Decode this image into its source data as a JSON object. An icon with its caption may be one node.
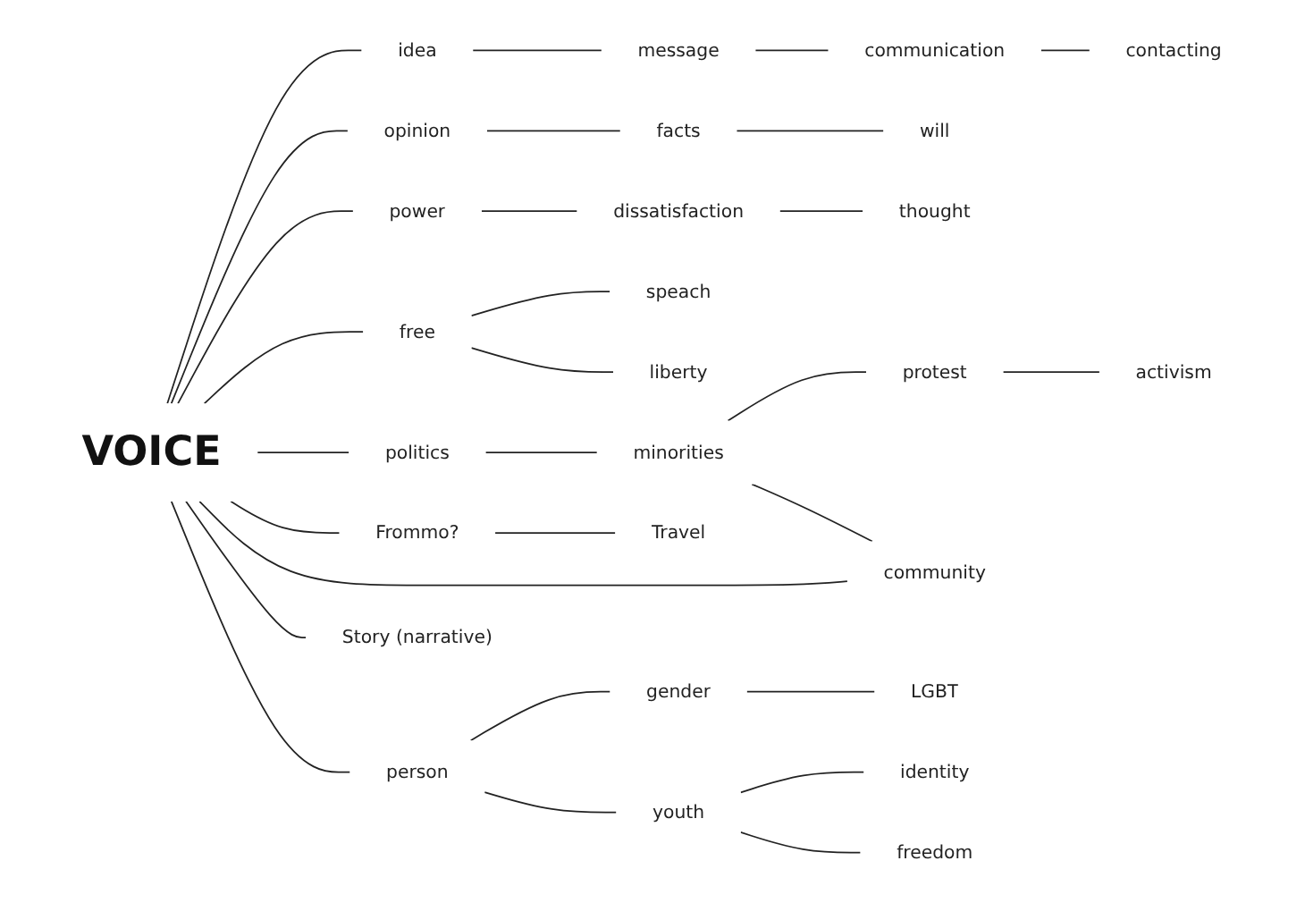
{
  "diagram": {
    "nodes": [
      {
        "text": [
          "VOICE"
        ]
      },
      {
        "text": [
          "idea"
        ]
      },
      {
        "text": [
          "message"
        ]
      },
      {
        "text": [
          "communication"
        ]
      },
      {
        "text": [
          "contacting"
        ]
      },
      {
        "text": [
          "opinion"
        ]
      },
      {
        "text": [
          "facts"
        ]
      },
      {
        "text": [
          "will"
        ]
      },
      {
        "text": [
          "power"
        ]
      },
      {
        "text": [
          "dissatisfaction"
        ]
      },
      {
        "text": [
          "thought"
        ]
      },
      {
        "text": [
          "free"
        ]
      },
      {
        "text": [
          "speach"
        ]
      },
      {
        "text": [
          "liberty"
        ]
      },
      {
        "text": [
          "politics"
        ]
      },
      {
        "text": [
          "minorities"
        ]
      },
      {
        "text": [
          "protest"
        ]
      },
      {
        "text": [
          "activism"
        ]
      },
      {
        "text": [
          "community"
        ]
      },
      {
        "text": [
          "Frommo?"
        ]
      },
      {
        "text": [
          "Travel"
        ]
      },
      {
        "text": [
          "person"
        ]
      },
      {
        "text": [
          "gender"
        ]
      },
      {
        "text": [
          "youth"
        ]
      },
      {
        "text": [
          "LGBT"
        ]
      },
      {
        "text": [
          "identity"
        ]
      },
      {
        "text": [
          "freedom"
        ]
      },
      {
        "text": [
          "Story (narrative)"
        ]
      }
    ],
    "edges": [
      {
        "from": 0,
        "to": 1,
        "arrow": "none"
      },
      {
        "from": 1,
        "to": 2,
        "arrow": "none"
      },
      {
        "from": 2,
        "to": 3,
        "arrow": "none"
      },
      {
        "from": 3,
        "to": 4,
        "arrow": "none"
      },
      {
        "from": 0,
        "to": 5,
        "arrow": "none"
      },
      {
        "from": 5,
        "to": 6,
        "arrow": "none"
      },
      {
        "from": 6,
        "to": 7,
        "arrow": "none"
      },
      {
        "from": 0,
        "to": 8,
        "arrow": "none"
      },
      {
        "from": 8,
        "to": 9,
        "arrow": "none"
      },
      {
        "from": 9,
        "to": 10,
        "arrow": "none"
      },
      {
        "from": 0,
        "to": 11,
        "arrow": "none"
      },
      {
        "from": 11,
        "to": 12,
        "arrow": "none"
      },
      {
        "from": 11,
        "to": 13,
        "arrow": "none"
      },
      {
        "from": 0,
        "to": 14,
        "arrow": "none"
      },
      {
        "from": 14,
        "to": 15,
        "arrow": "none"
      },
      {
        "from": 15,
        "to": 16,
        "arrow": "none"
      },
      {
        "from": 16,
        "to": 17,
        "arrow": "none"
      },
      {
        "from": 15,
        "to": 18,
        "arrow": "none"
      },
      {
        "from": 0,
        "to": 18,
        "arrow": "none"
      },
      {
        "from": 0,
        "to": 19,
        "arrow": "none"
      },
      {
        "from": 19,
        "to": 20,
        "arrow": "none"
      },
      {
        "from": 0,
        "to": 21,
        "arrow": "none"
      },
      {
        "from": 21,
        "to": 22,
        "arrow": "none"
      },
      {
        "from": 22,
        "to": 24,
        "arrow": "none"
      },
      {
        "from": 21,
        "to": 23,
        "arrow": "none"
      },
      {
        "from": 23,
        "to": 25,
        "arrow": "none"
      },
      {
        "from": 23,
        "to": 26,
        "arrow": "none"
      },
      {
        "from": 0,
        "to": 27,
        "arrow": "none"
      }
    ]
  }
}
